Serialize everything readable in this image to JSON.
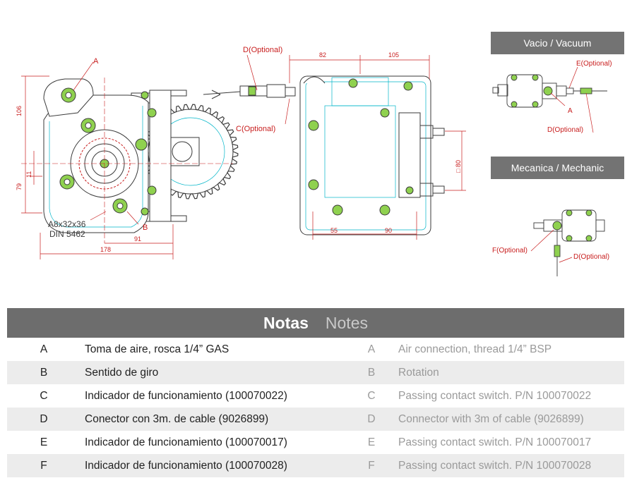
{
  "drawing": {
    "labels": {
      "a_left": "A",
      "b_left": "B",
      "spline_1": "A8x32x36",
      "spline_2": "DIN 5462",
      "d_optional": "D(Optional)",
      "c_optional": "C(Optional)"
    },
    "dimensions": {
      "d106": "106",
      "d79": "79",
      "d11": "11",
      "d91": "91",
      "d178": "178",
      "d82": "82",
      "d105": "105",
      "d80": "□ 80",
      "d55": "55",
      "d90": "90"
    }
  },
  "vacuum_panel": {
    "title": "Vacio / Vacuum",
    "label_e": "E(Optional)",
    "label_a": "A",
    "label_d": "D(Optional)"
  },
  "mechanic_panel": {
    "title": "Mecanica / Mechanic",
    "label_f": "F(Optional)",
    "label_d": "D(Optional)"
  },
  "notes": {
    "title_es": "Notas",
    "title_en": "Notes",
    "rows": [
      {
        "key_es": "A",
        "text_es": "Toma de aire, rosca 1/4” GAS",
        "key_en": "A",
        "text_en": "Air connection, thread 1/4” BSP"
      },
      {
        "key_es": "B",
        "text_es": "Sentido de giro",
        "key_en": "B",
        "text_en": "Rotation"
      },
      {
        "key_es": "C",
        "text_es": "Indicador de funcionamiento (100070022)",
        "key_en": "C",
        "text_en": "Passing contact switch. P/N 100070022"
      },
      {
        "key_es": "D",
        "text_es": "Conector con 3m. de cable (9026899)",
        "key_en": "D",
        "text_en": "Connector with 3m of cable (9026899)"
      },
      {
        "key_es": "E",
        "text_es": "Indicador de funcionamiento (100070017)",
        "key_en": "E",
        "text_en": "Passing contact switch. P/N 100070017"
      },
      {
        "key_es": "F",
        "text_es": "Indicador de funcionamiento (100070028)",
        "key_en": "F",
        "text_en": "Passing contact switch. P/N 100070028"
      }
    ]
  },
  "colors": {
    "outline": "#3a3a3a",
    "hidden_lines": "#00b5c8",
    "dimension_red": "#c81e1e",
    "highlight_green": "#8fd14f",
    "header_grey": "#737373"
  }
}
